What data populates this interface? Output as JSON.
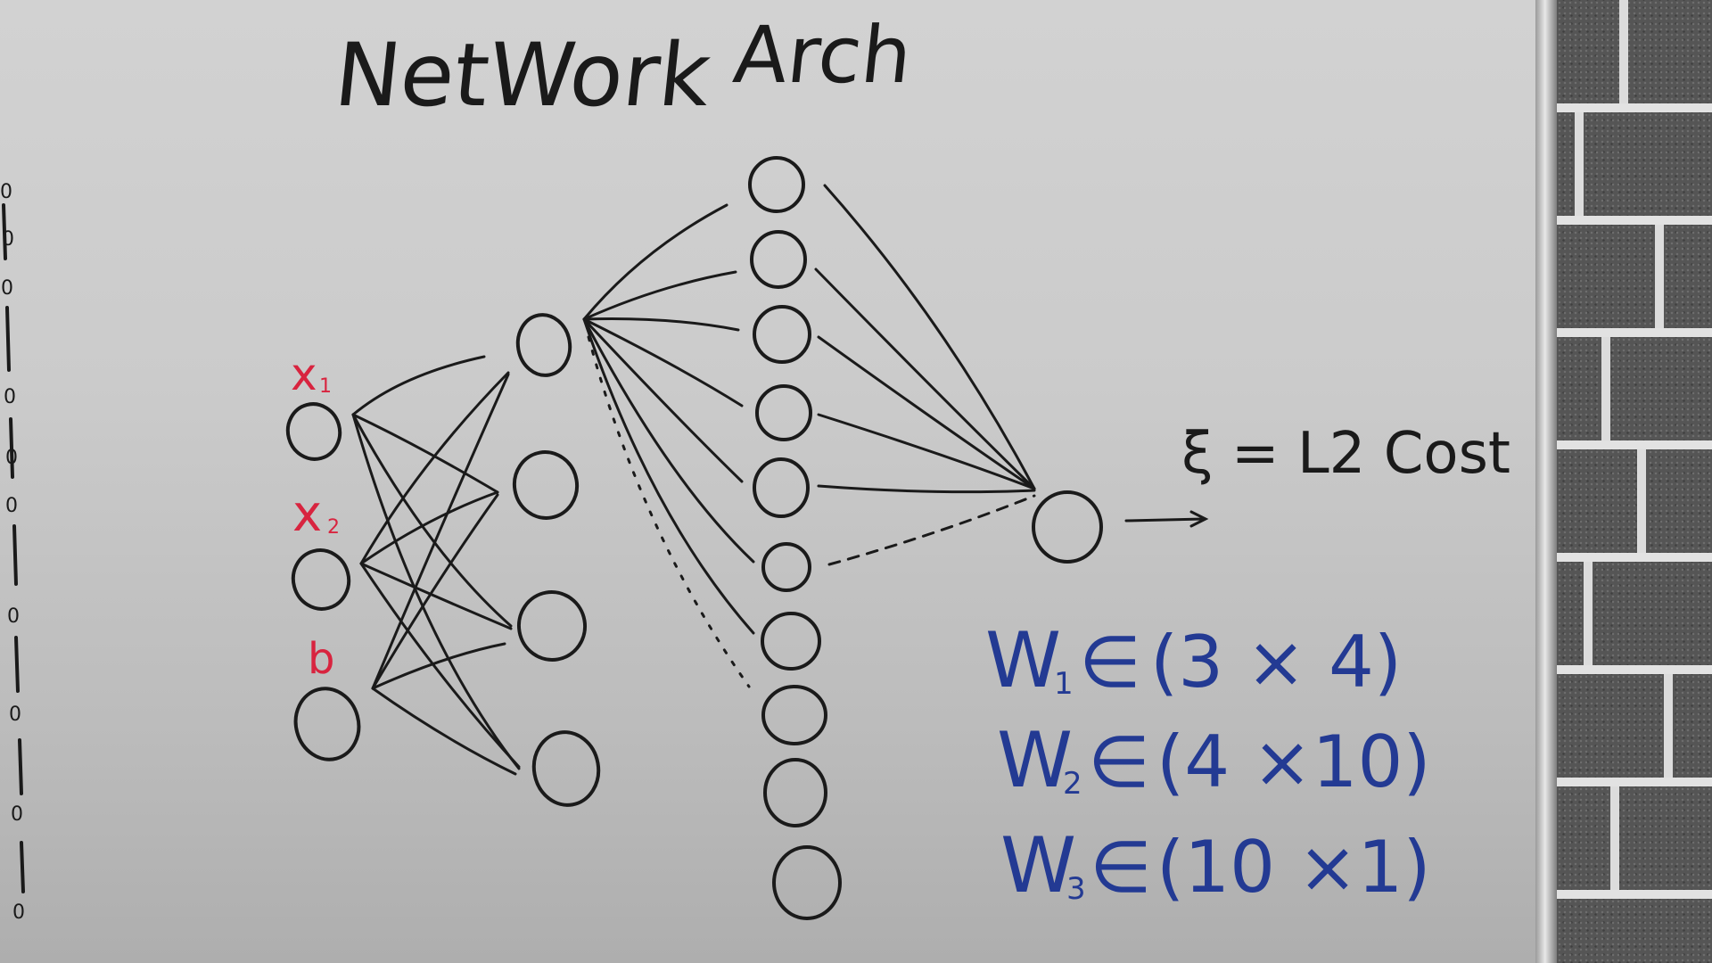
{
  "board": {
    "title_word_1": "NetWork",
    "title_word_2": "Arch"
  },
  "input_labels": {
    "x1": "x",
    "x1_sub": "1",
    "x2": "x",
    "x2_sub": "2",
    "bias": "b"
  },
  "output": {
    "cost": "ξ = L2 Cost"
  },
  "weights": [
    {
      "name": "W",
      "sub": "1",
      "rel": "∈",
      "shape": "(3 × 4)"
    },
    {
      "name": "W",
      "sub": "2",
      "rel": "∈",
      "shape": "(4 ×10)"
    },
    {
      "name": "W",
      "sub": "3",
      "rel": "∈",
      "shape": "(10 ×1)"
    }
  ],
  "margin_scribbles": [
    "0",
    "0",
    "0",
    "0",
    "0",
    "0",
    "0",
    "0",
    "0",
    "0"
  ],
  "colors": {
    "ink_black": "#1a1a1a",
    "ink_red": "#d8243f",
    "ink_blue": "#233a93"
  }
}
